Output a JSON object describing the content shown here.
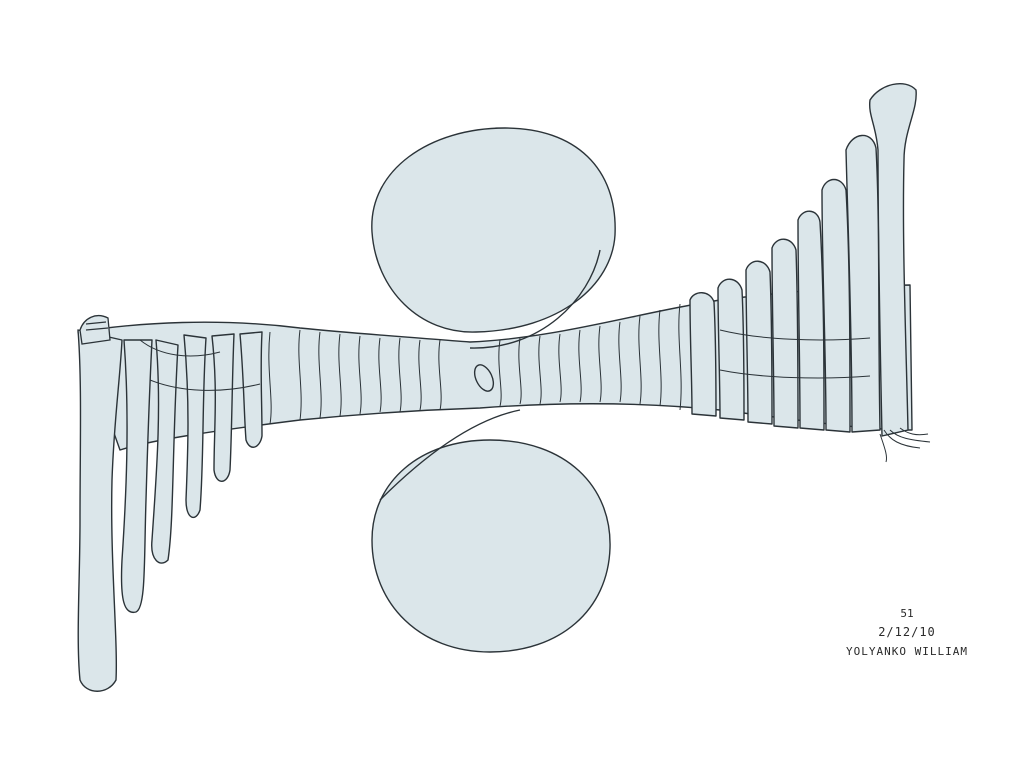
{
  "artwork": {
    "palette": {
      "fill": "#dbe6ea",
      "line": "#2b3338",
      "background": "#ffffff"
    },
    "inscription": {
      "number": "51",
      "date": "2/12/10",
      "signature": "YOLYANKO WILLIAM"
    }
  }
}
